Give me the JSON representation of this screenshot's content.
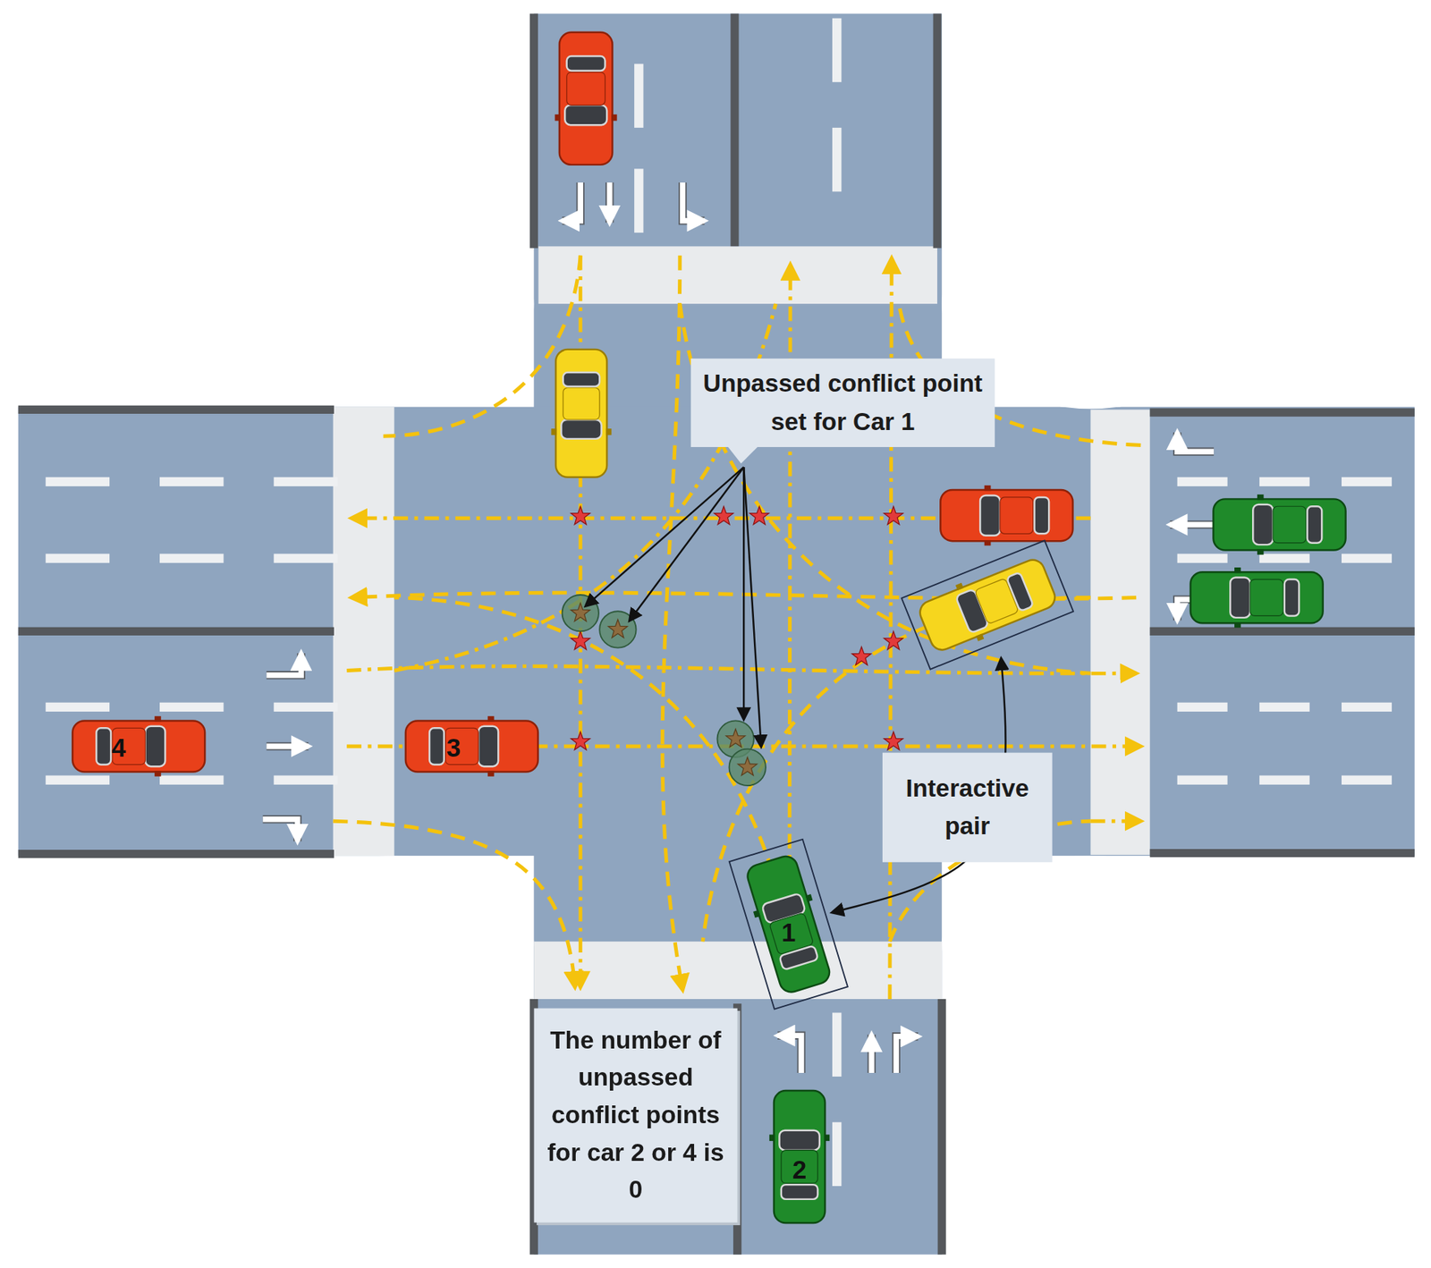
{
  "diagram": {
    "nodes": [
      {
        "text": [
          "Unpassed conflict point set for Car 1"
        ]
      },
      {
        "text": [
          "Interactive pair"
        ]
      },
      {
        "text": [
          "The number of unpassed conflict points for car 2 or 4 is 0"
        ]
      }
    ],
    "labels": [
      "4",
      "3",
      "1",
      "2"
    ]
  }
}
